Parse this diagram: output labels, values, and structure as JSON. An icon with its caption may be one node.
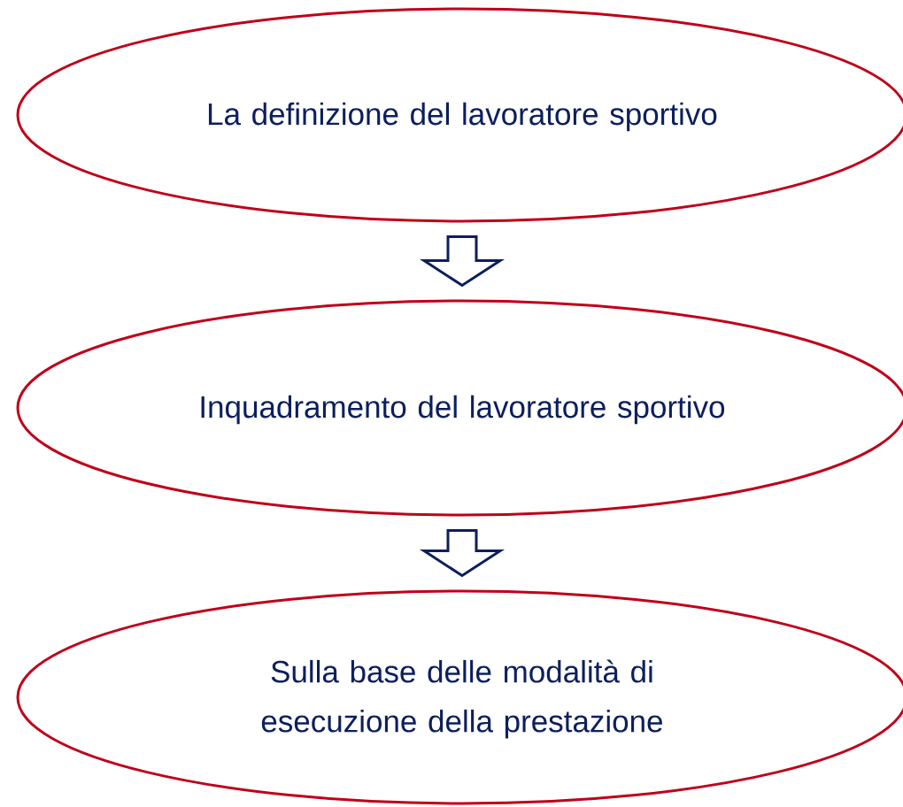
{
  "diagram": {
    "nodes": [
      {
        "text": [
          "La definizione del lavoratore sportivo"
        ]
      },
      {
        "text": [
          "Inquadramento del lavoratore sportivo"
        ]
      },
      {
        "text": [
          "Sulla base delle modalità di esecuzione della prestazione"
        ]
      }
    ],
    "edges": [
      {
        "from": 0,
        "to": 1,
        "arrow": "to"
      },
      {
        "from": 1,
        "to": 2,
        "arrow": "to"
      }
    ]
  }
}
